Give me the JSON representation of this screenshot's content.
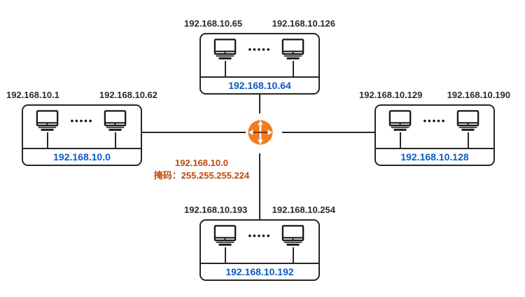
{
  "diagram": {
    "type": "network-subnetting-diagram",
    "ellipsis": "•••••",
    "center": {
      "device": "router",
      "network": "192.168.10.0",
      "mask_line": "掩码：255.255.255.224",
      "icon_color": "#EF7C24",
      "note_color": "#BC4A0E"
    },
    "subnets": [
      {
        "position": "top",
        "first_host": "192.168.10.65",
        "last_host": "192.168.10.126",
        "network": "192.168.10.64"
      },
      {
        "position": "left",
        "first_host": "192.168.10.1",
        "last_host": "192.168.10.62",
        "network": "192.168.10.0"
      },
      {
        "position": "right",
        "first_host": "192.168.10.129",
        "last_host": "192.168.10.190",
        "network": "192.168.10.128"
      },
      {
        "position": "bottom",
        "first_host": "192.168.10.193",
        "last_host": "192.168.10.254",
        "network": "192.168.10.192"
      }
    ],
    "colors": {
      "network_label": "#0A5BC4",
      "host_label": "#2B2B2B",
      "line": "#262626"
    }
  }
}
